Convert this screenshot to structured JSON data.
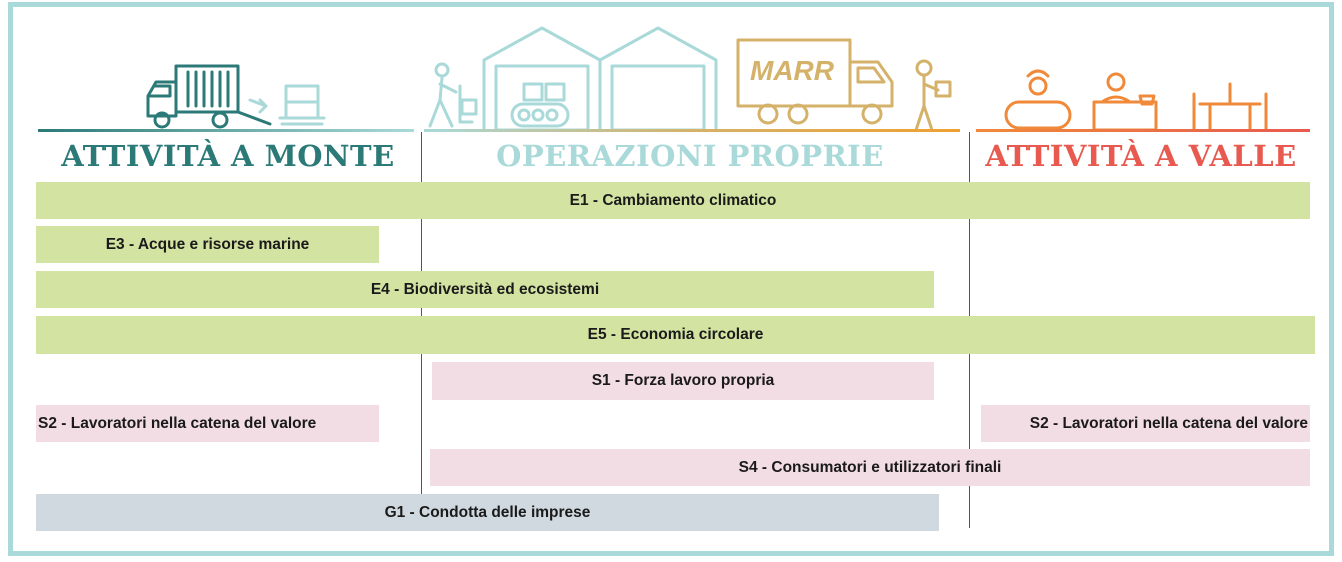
{
  "headings": {
    "upstream": "ATTIVITÀ A MONTE",
    "own_operations": "OPERAZIONI PROPRIE",
    "downstream": "ATTIVITÀ A VALLE"
  },
  "illustration": {
    "truck_logo": "MARR"
  },
  "topics": {
    "e1": "E1 - Cambiamento climatico",
    "e3": "E3 - Acque e risorse marine",
    "e4": "E4 - Biodiversità ed ecosistemi",
    "e5": "E5 - Economia circolare",
    "s1": "S1 - Forza lavoro propria",
    "s2_upstream": "S2 - Lavoratori nella catena del valore",
    "s2_downstream": "S2 - Lavoratori nella catena del valore",
    "s4": "S4 - Consumatori e utilizzatori finali",
    "g1": "G1 - Condotta delle imprese"
  },
  "colors": {
    "frame": "#a9d9d8",
    "upstream_heading": "#2b7a77",
    "own_operations_heading": "#a9d9d8",
    "downstream_heading": "#e85a50",
    "environmental_bar": "#d2e3a2",
    "social_bar": "#f2dde4",
    "governance_bar": "#cfd9df"
  }
}
